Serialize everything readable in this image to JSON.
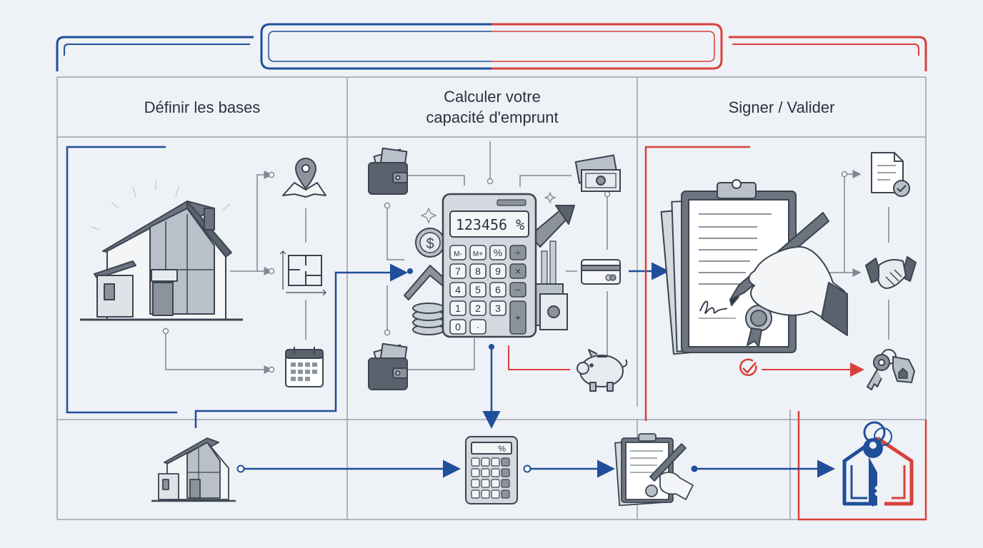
{
  "header": {
    "title": ""
  },
  "columns": [
    {
      "heading": "Définir les bases"
    },
    {
      "heading": "Calculer votre\ncapacité d'emprunt"
    },
    {
      "heading": "Signer / Valider"
    }
  ],
  "calculator": {
    "display": "123456 %",
    "keys": [
      "M-",
      "M+",
      "%",
      "÷",
      "7",
      "8",
      "9",
      "×",
      "4",
      "5",
      "6",
      "−",
      "1",
      "2",
      "3",
      "+",
      "0",
      "·"
    ],
    "small_display": "%"
  },
  "icons": {
    "column1": [
      "house-icon",
      "map-pin-icon",
      "floor-plan-icon",
      "calendar-icon"
    ],
    "column2": [
      "wallet-icon",
      "banknote-icon",
      "dollar-coin-icon",
      "calculator-icon",
      "growth-arrow-icon",
      "credit-card-icon",
      "piggy-bank-icon"
    ],
    "column3": [
      "contract-clipboard-icon",
      "signing-hand-icon",
      "document-check-icon",
      "handshake-icon",
      "keys-icon",
      "check-circle-icon"
    ],
    "bottom_row": [
      "house-icon",
      "calculator-icon",
      "contract-icon",
      "house-key-icon"
    ]
  },
  "colors": {
    "blue": "#1f4f9a",
    "red": "#d8413a",
    "line": "#9aa3ae",
    "icon_stroke": "#3b4450",
    "background": "#eef1f5"
  }
}
